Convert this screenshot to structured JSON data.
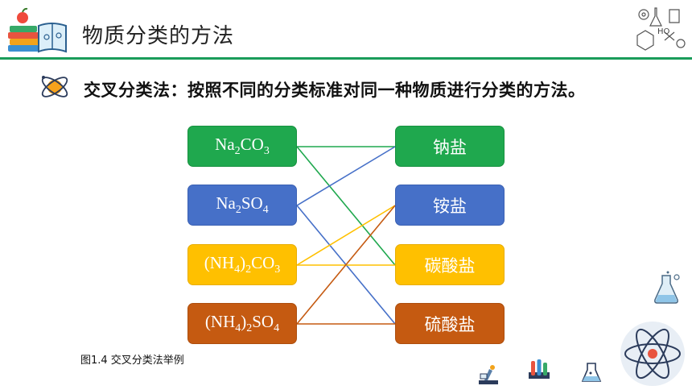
{
  "header": {
    "title": "物质分类的方法",
    "subtitle": "交叉分类法：按照不同的分类标准对同一种物质进行分类的方法。"
  },
  "diagram": {
    "left_boxes": [
      {
        "parts": [
          [
            "Na",
            ""
          ],
          [
            "2",
            "sub"
          ],
          [
            "CO",
            ""
          ],
          [
            "3",
            "sub"
          ]
        ],
        "color": "#1fa84e"
      },
      {
        "parts": [
          [
            "Na",
            ""
          ],
          [
            "2",
            "sub"
          ],
          [
            "SO",
            ""
          ],
          [
            "4",
            "sub"
          ]
        ],
        "color": "#4670c8"
      },
      {
        "parts": [
          [
            "(NH",
            ""
          ],
          [
            "4",
            "sub"
          ],
          [
            ")",
            ""
          ],
          [
            "2",
            "sub"
          ],
          [
            "CO",
            ""
          ],
          [
            "3",
            "sub"
          ]
        ],
        "color": "#ffc000"
      },
      {
        "parts": [
          [
            "(NH",
            ""
          ],
          [
            "4",
            "sub"
          ],
          [
            ")",
            ""
          ],
          [
            "2",
            "sub"
          ],
          [
            "SO",
            ""
          ],
          [
            "4",
            "sub"
          ]
        ],
        "color": "#c55a11"
      }
    ],
    "right_boxes": [
      {
        "label": "钠盐",
        "color": "#1fa84e"
      },
      {
        "label": "铵盐",
        "color": "#4670c8"
      },
      {
        "label": "碳酸盐",
        "color": "#ffc000"
      },
      {
        "label": "硫酸盐",
        "color": "#c55a11"
      }
    ],
    "links": [
      {
        "from": 0,
        "to": 0,
        "color": "#1fa84e"
      },
      {
        "from": 0,
        "to": 2,
        "color": "#1fa84e"
      },
      {
        "from": 1,
        "to": 0,
        "color": "#4670c8"
      },
      {
        "from": 1,
        "to": 3,
        "color": "#4670c8"
      },
      {
        "from": 2,
        "to": 1,
        "color": "#ffc000"
      },
      {
        "from": 2,
        "to": 2,
        "color": "#ffc000"
      },
      {
        "from": 3,
        "to": 1,
        "color": "#c55a11"
      },
      {
        "from": 3,
        "to": 3,
        "color": "#c55a11"
      }
    ],
    "caption": "图1.4 交叉分类法举例"
  },
  "icons": {
    "header": "books-apple-icon",
    "corner": "chemistry-doodle-icon",
    "bullet": "atom-bullet-icon",
    "decor": [
      "flask-icon",
      "microscope-icon",
      "test-tubes-icon",
      "beaker-icon",
      "atom-icon"
    ]
  }
}
